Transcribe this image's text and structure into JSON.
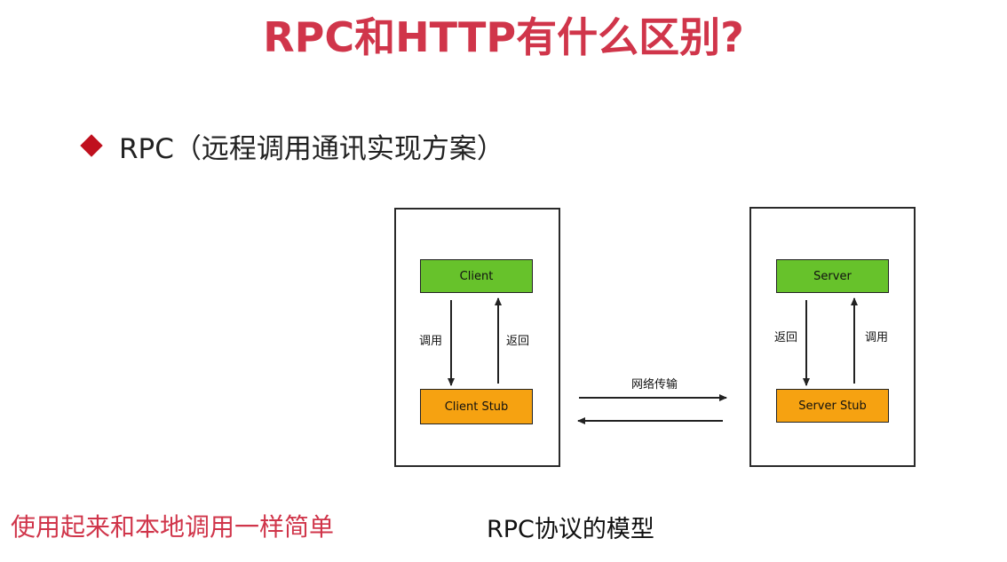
{
  "title": "RPC和HTTP有什么区别?",
  "bullet": {
    "text": "RPC（远程调用通讯实现方案）",
    "icon": "diamond-bullet-icon",
    "icon_color": "#c0101e"
  },
  "diagram": {
    "client": {
      "top_box": "Client",
      "bottom_box": "Client Stub",
      "down_label": "调用",
      "up_label": "返回"
    },
    "server": {
      "top_box": "Server",
      "bottom_box": "Server Stub",
      "down_label": "返回",
      "up_label": "调用"
    },
    "network_label": "网络传输",
    "colors": {
      "green": "#67c22b",
      "orange": "#f6a211",
      "title_red": "#d0354a"
    }
  },
  "footer": {
    "left_text": "使用起来和本地调用一样简单",
    "caption": "RPC协议的模型"
  }
}
